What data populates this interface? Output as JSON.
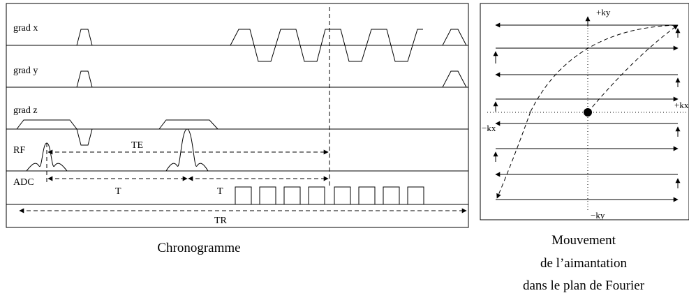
{
  "chronogramme": {
    "rows": {
      "grad_x": "grad x",
      "grad_y": "grad y",
      "grad_z": "grad z",
      "rf": "RF",
      "adc": "ADC"
    },
    "intervals": {
      "te": "TE",
      "t1": "T",
      "t2": "T",
      "tr": "TR"
    },
    "caption": "Chronogramme"
  },
  "fourier": {
    "axes": {
      "plus_ky": "+ky",
      "minus_ky": "−ky",
      "plus_kx": "+kx",
      "minus_kx": "−kx"
    },
    "caption_lines": [
      "Mouvement",
      "de l’aimantation",
      "dans le plan de Fourier"
    ]
  }
}
